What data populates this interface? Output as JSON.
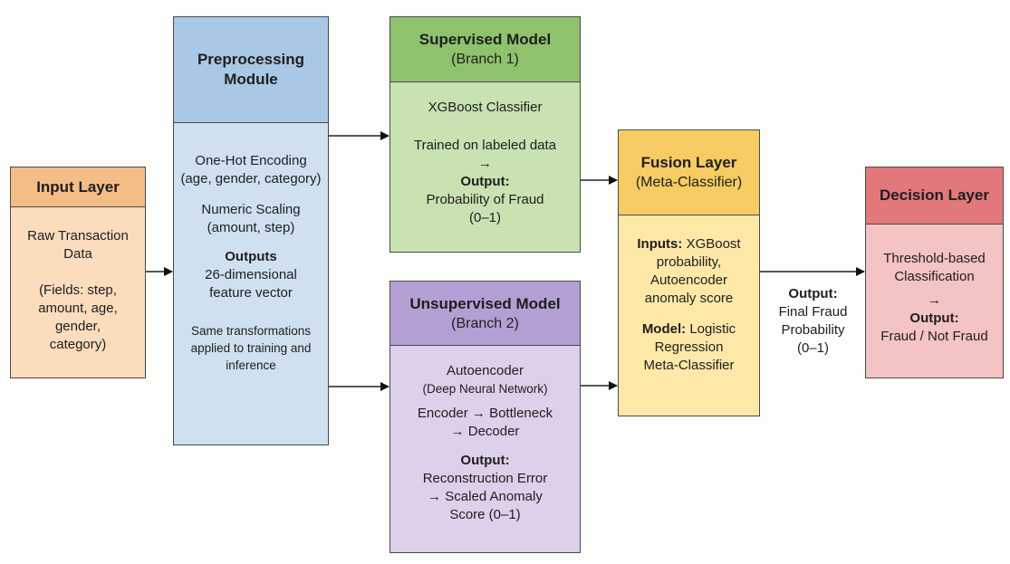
{
  "diagram": {
    "nodes": {
      "input": {
        "title": "Input Layer",
        "lines": [
          "Raw Transaction",
          "Data",
          "",
          "(Fields: step,",
          "amount, age,",
          "gender,",
          "category)"
        ]
      },
      "preprocessing": {
        "title_line1": "Preprocessing",
        "title_line2": "Module",
        "encoding": "One-Hot Encoding",
        "encoding_fields": "(age, gender, category)",
        "scaling": "Numeric Scaling",
        "scaling_fields": "(amount, step)",
        "outputs_label": "Outputs",
        "outputs_line1": "26-dimensional",
        "outputs_line2": "feature vector",
        "note_line1": "Same transformations",
        "note_line2": "applied to training and",
        "note_line3": "inference"
      },
      "supervised": {
        "title": "Supervised Model",
        "subtitle": "(Branch 1)",
        "model": "XGBoost Classifier",
        "training": "Trained on labeled data",
        "arrow": "→",
        "output_label": "Output:",
        "output_line1": "Probability of Fraud",
        "output_line2": "(0–1)"
      },
      "unsupervised": {
        "title": "Unsupervised Model",
        "subtitle": "(Branch 2)",
        "model": "Autoencoder",
        "model_detail": "(Deep Neural Network)",
        "flow_line1": "Encoder → Bottleneck",
        "flow_line2": "→ Decoder",
        "output_label": "Output:",
        "output_line1": "Reconstruction Error",
        "output_line2": "→ Scaled Anomaly",
        "output_line3": "Score (0–1)"
      },
      "fusion": {
        "title": "Fusion Layer",
        "subtitle": "(Meta-Classifier)",
        "inputs_label": "Inputs:",
        "inputs_line1": "XGBoost",
        "inputs_line2": "probability,",
        "inputs_line3": "Autoencoder",
        "inputs_line4": "anomaly score",
        "model_label": "Model:",
        "model_line1": "Logistic",
        "model_line2": "Regression",
        "model_line3": "Meta-Classifier"
      },
      "decision": {
        "title": "Decision Layer",
        "line1": "Threshold-based",
        "line2": "Classification",
        "arrow": "→",
        "output_label": "Output:",
        "output_value": "Fraud / Not Fraud"
      }
    },
    "edge_label": {
      "label": "Output:",
      "line1": "Final Fraud",
      "line2": "Probability",
      "line3": "(0–1)"
    },
    "edges": [
      {
        "from": "input",
        "to": "preprocessing"
      },
      {
        "from": "preprocessing",
        "to": "supervised"
      },
      {
        "from": "preprocessing",
        "to": "unsupervised"
      },
      {
        "from": "supervised",
        "to": "fusion"
      },
      {
        "from": "unsupervised",
        "to": "fusion"
      },
      {
        "from": "fusion",
        "to": "decision"
      }
    ]
  }
}
